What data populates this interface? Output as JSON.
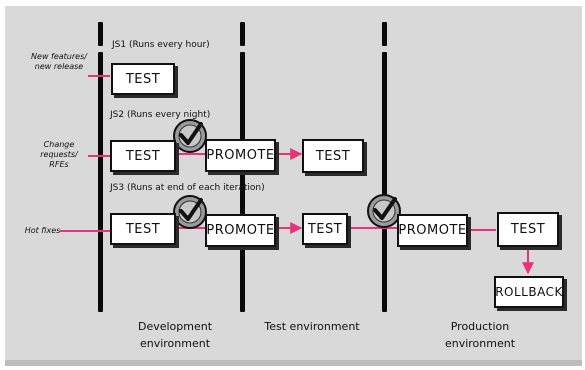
{
  "jobs": {
    "js1": "JS1 (Runs every hour)",
    "js2": "JS2 (Runs every night)",
    "js3": "JS3 (Runs at end of each iteration)"
  },
  "inputs": {
    "new_features": "New features/ new release",
    "change_requests": "Change requests/ RFEs",
    "hot_fixes": "Hot fixes"
  },
  "boxes": {
    "test": "TEST",
    "promote": "PROMOTE",
    "rollback": "ROLLBACK"
  },
  "environments": {
    "development": "Development environment",
    "test": "Test environment",
    "production": "Production environment"
  },
  "colors": {
    "arrow": "#e8327a",
    "panel": "#d9d9d9"
  }
}
